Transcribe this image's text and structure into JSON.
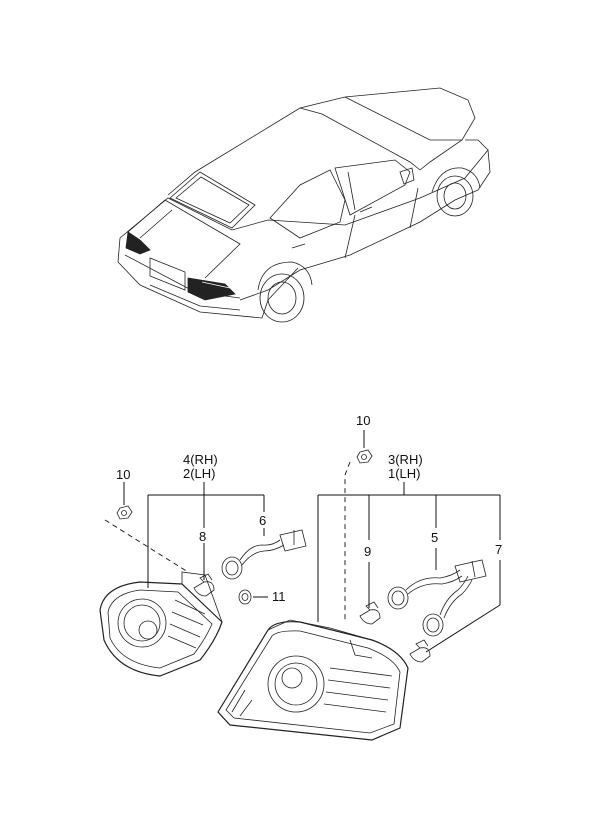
{
  "callouts": {
    "left_assembly_rh": "4(RH)",
    "left_assembly_lh": "2(LH)",
    "right_assembly_rh": "3(RH)",
    "right_assembly_lh": "1(LH)",
    "nut_left": "10",
    "nut_right": "10",
    "bulb_left": "8",
    "socket_harness_left": "6",
    "grommet": "11",
    "bulb_right": "9",
    "socket_harness_right": "5",
    "bulb_side": "7"
  }
}
